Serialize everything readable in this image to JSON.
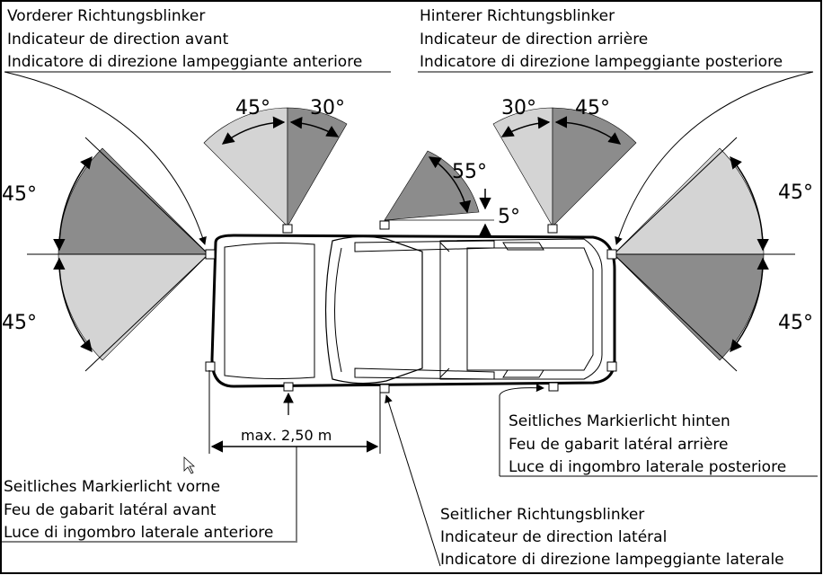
{
  "front_indicator": {
    "lines": [
      "Vorderer Richtungsblinker",
      "Indicateur de direction avant",
      "Indicatore di direzione lampeggiante anteriore"
    ]
  },
  "rear_indicator": {
    "lines": [
      "Hinterer Richtungsblinker",
      "Indicateur de direction arrière",
      "Indicatore di direzione lampeggiante posteriore"
    ]
  },
  "side_marker_rear": {
    "lines": [
      "Seitliches Markierlicht hinten",
      "Feu de gabarit latéral arrière",
      "Luce di ingombro laterale posteriore"
    ]
  },
  "side_marker_front": {
    "lines": [
      "Seitliches Markierlicht vorne",
      "Feu de gabarit latéral avant",
      "Luce di ingombro laterale anteriore"
    ]
  },
  "side_indicator": {
    "lines": [
      "Seitlicher Richtungsblinker",
      "Indicateur de direction latéral",
      "Indicatore di direzione lampeggiante laterale"
    ]
  },
  "angles": {
    "front_left": "45°",
    "front_right": "30°",
    "rear_left": "30°",
    "rear_right": "45°",
    "side_upper": "55°",
    "side_lower": "5°",
    "front_outer_up": "45°",
    "front_outer_down": "45°",
    "rear_outer_up": "45°",
    "rear_outer_down": "45°"
  },
  "dimension": "max. 2,50 m",
  "colors": {
    "dark": "#8c8c8c",
    "light": "#d4d4d4"
  }
}
